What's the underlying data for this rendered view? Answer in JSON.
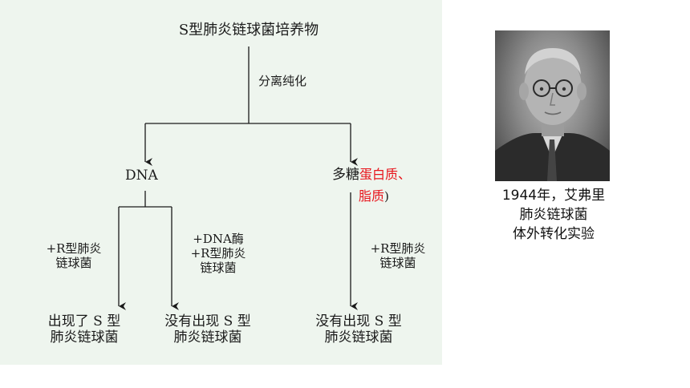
{
  "diagram": {
    "root": "S型肺炎链球菌培养物",
    "separation_label": "分离纯化",
    "dna_node": "DNA",
    "polysaccharide_node": "多糖",
    "polysaccharide_note_line1": "蛋白质、",
    "polysaccharide_note_line2": "脂质",
    "polysaccharide_note_close": ")",
    "branch_left": {
      "line1": "+R型肺炎",
      "line2": "链球菌"
    },
    "branch_middle": {
      "line1": "+DNA酶",
      "line2": "+R型肺炎",
      "line3": "链球菌"
    },
    "branch_right": {
      "line1": "+R型肺炎",
      "line2": "链球菌"
    },
    "result_left": {
      "line1": "出现了 S 型",
      "line2": "肺炎链球菌"
    },
    "result_middle": {
      "line1": "没有出现 S 型",
      "line2": "肺炎链球菌"
    },
    "result_right": {
      "line1": "没有出现 S 型",
      "line2": "肺炎链球菌"
    }
  },
  "photo": {
    "caption_line1": "1944年，艾弗里",
    "caption_line2": "肺炎链球菌",
    "caption_line3": "体外转化实验"
  },
  "colors": {
    "panel_background": "#eef5ee",
    "highlight": "#e8141b",
    "line": "#1a1a1a"
  }
}
